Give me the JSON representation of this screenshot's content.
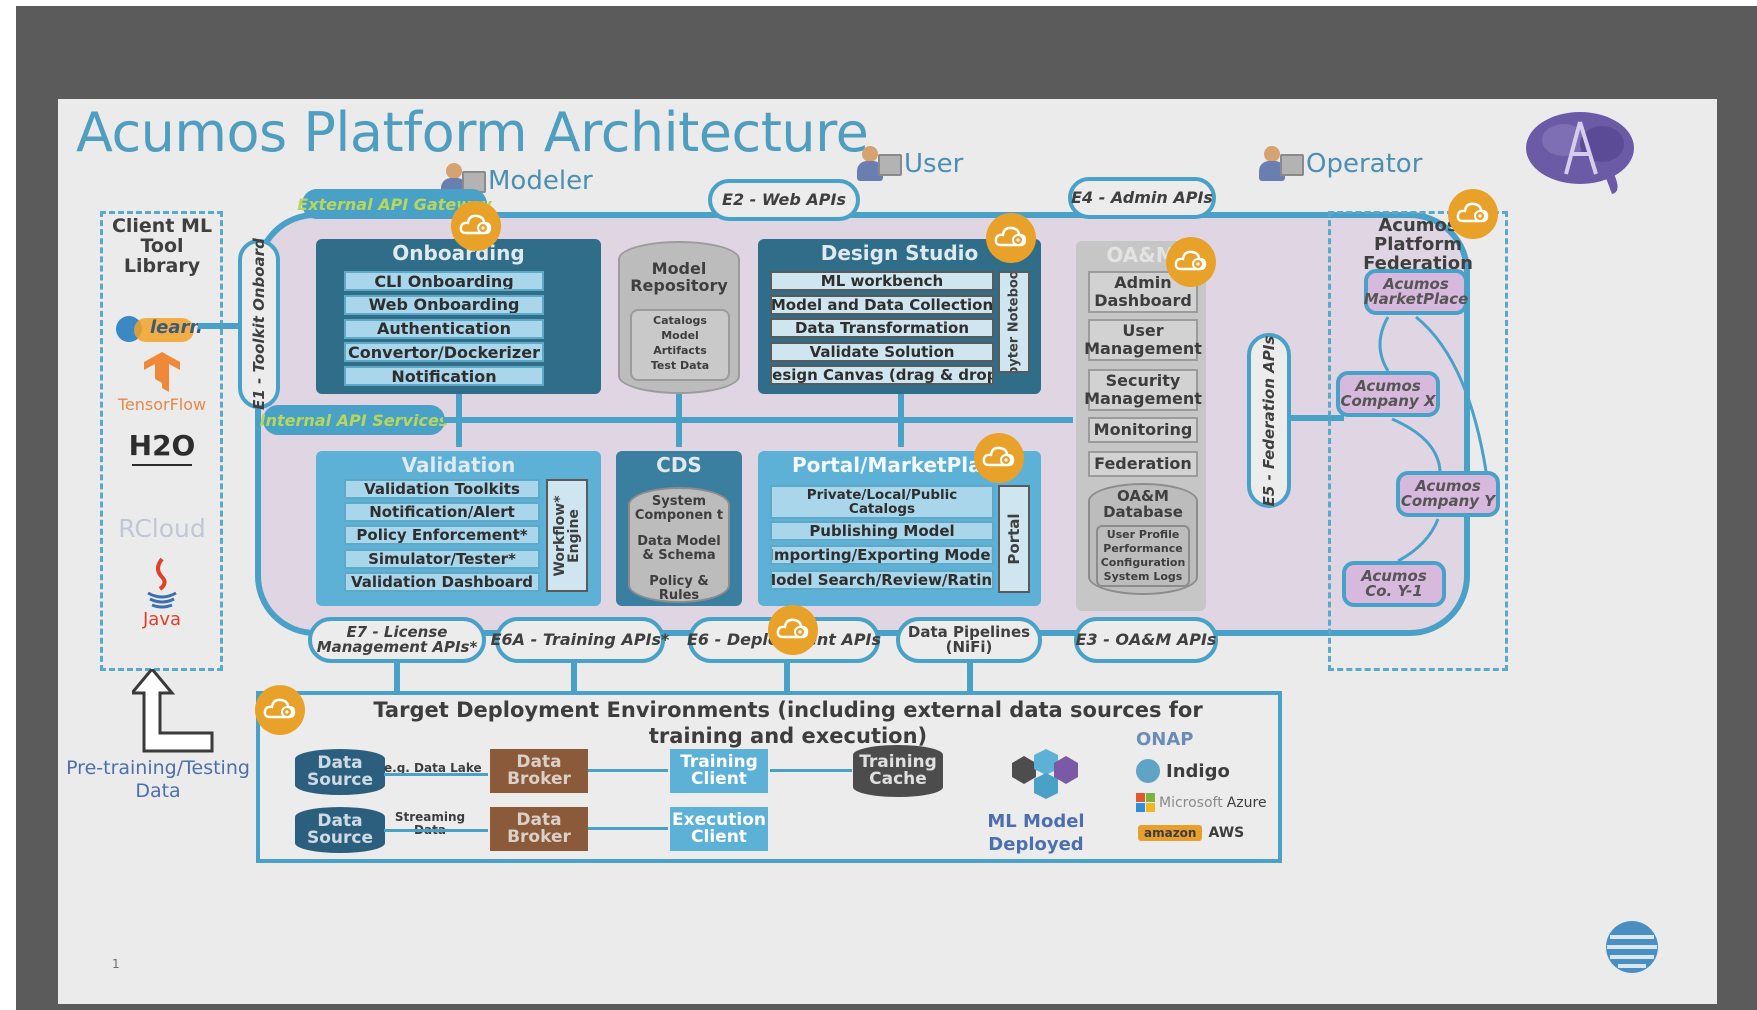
{
  "title": "Acumos Platform Architecture",
  "actors": {
    "modeler": "Modeler",
    "user": "User",
    "operator": "Operator"
  },
  "client": {
    "title": "Client ML Tool Library",
    "logos": {
      "sklearn": "learn",
      "tensorflow": "TensorFlow",
      "h2o": "H2O",
      "rcloud": "RCloud",
      "java": "Java"
    }
  },
  "pretraining": "Pre-training/Testing Data",
  "apis": {
    "external_gateway": "External API Gateway",
    "e2": "E2 - Web APIs",
    "e4": "E4 - Admin APIs",
    "e1": "E1 - Toolkit Onboard",
    "internal": "Internal API Services",
    "e5": "E5 - Federation APIs",
    "e7": "E7 - License Management APIs*",
    "e6a": "E6A - Training APIs*",
    "e6": "E6 - Deployment APIs",
    "pipelines": "Data Pipelines (NiFi)",
    "e3": "E3 - OA&M APIs"
  },
  "onboarding": {
    "title": "Onboarding",
    "items": [
      "CLI Onboarding",
      "Web Onboarding",
      "Authentication",
      "Convertor/Dockerizer",
      "Notification"
    ]
  },
  "model_repository": {
    "title": "Model Repository",
    "contents": [
      "Catalogs",
      "Model",
      "Artifacts",
      "Test Data"
    ]
  },
  "design_studio": {
    "title": "Design Studio",
    "items": [
      "ML workbench",
      "Model and Data Collection",
      "Data Transformation",
      "Validate Solution",
      "Design Canvas (drag & drop)"
    ],
    "side": "Jupyter Notebooks"
  },
  "oam": {
    "title": "OA&M",
    "items": [
      "Admin Dashboard",
      "User Management",
      "Security Management",
      "Monitoring",
      "Federation"
    ],
    "database": "OA&M Database",
    "db_contents": [
      "User Profile",
      "Performance",
      "Configuration",
      "System Logs"
    ]
  },
  "validation": {
    "title": "Validation",
    "items": [
      "Validation Toolkits",
      "Notification/Alert",
      "Policy Enforcement*",
      "Simulator/Tester*",
      "Validation Dashboard"
    ],
    "side": "Workflow* Engine"
  },
  "cds": {
    "title": "CDS",
    "contents": [
      "System Componen t",
      "Data Model & Schema",
      "Policy & Rules"
    ]
  },
  "portal": {
    "title": "Portal/MarketPlace",
    "items": [
      "Private/Local/Public Catalogs",
      "Publishing Model",
      "Importing/Exporting Model",
      "Model Search/Review/Rating"
    ],
    "side": "Portal"
  },
  "federation": {
    "title": "Acumos Platform Federation",
    "nodes": [
      "Acumos MarketPlace",
      "Acumos Company X",
      "Acumos Company Y",
      "Acumos Co. Y-1"
    ]
  },
  "target": {
    "title_line1": "Target Deployment Environments (including external data sources for",
    "title_line2": "training and execution)",
    "data_source": "Data Source",
    "data_lake": "e.g. Data Lake",
    "streaming": "Streaming Data",
    "data_broker": "Data Broker",
    "training_client": "Training Client",
    "training_cache": "Training Cache",
    "execution": "Execution Client",
    "ml_model": "ML Model Deployed",
    "logos": {
      "onap": "ONAP",
      "indigo": "Indigo",
      "azure_a": "Microsoft",
      "azure_b": "Azure",
      "aws_a": "amazon",
      "aws_b": "AWS"
    }
  },
  "page_number": "1",
  "colors": {
    "accent": "#4aa1c7",
    "platform_bg": "#e0d5e3",
    "badge": "#e8a229",
    "dark_box": "#2f6d89",
    "light_box": "#5db1d6"
  }
}
